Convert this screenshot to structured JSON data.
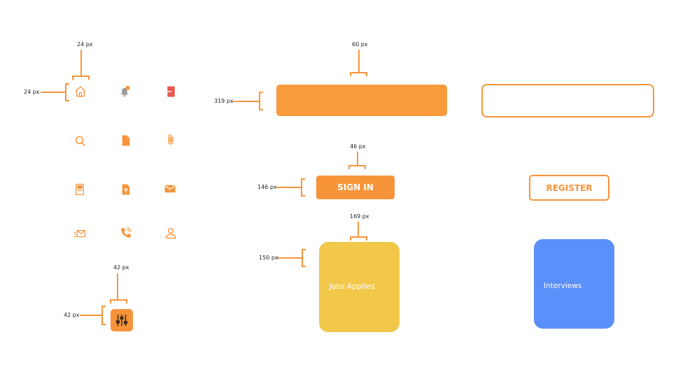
{
  "colors": {
    "accent": "#f7943a",
    "bell_gray": "#9b9b9b",
    "logout_red": "#e8574e",
    "card_yellow": "#f2c84b",
    "card_blue": "#5b8ff9"
  },
  "dimensions": {
    "icon_width": "24 px",
    "icon_height": "24 px",
    "input_height": "60 px",
    "input_width": "319 px",
    "button_height": "46 px",
    "button_width": "146 px",
    "card_width": "169 px",
    "card_height": "150 px",
    "filter_width": "42 px",
    "filter_height": "42 px"
  },
  "icons": [
    "home-icon",
    "bell-icon",
    "logout-icon",
    "search-icon",
    "document-icon",
    "paperclip-icon",
    "book-icon",
    "file-upload-icon",
    "mail-icon",
    "send-mail-icon",
    "phone-icon",
    "user-icon",
    "filter-sliders-icon"
  ],
  "buttons": {
    "sign_in": "SIGN IN",
    "register": "REGISTER"
  },
  "cards": {
    "jobs_applied": "Jobs Applied",
    "interviews": "Interviews"
  }
}
